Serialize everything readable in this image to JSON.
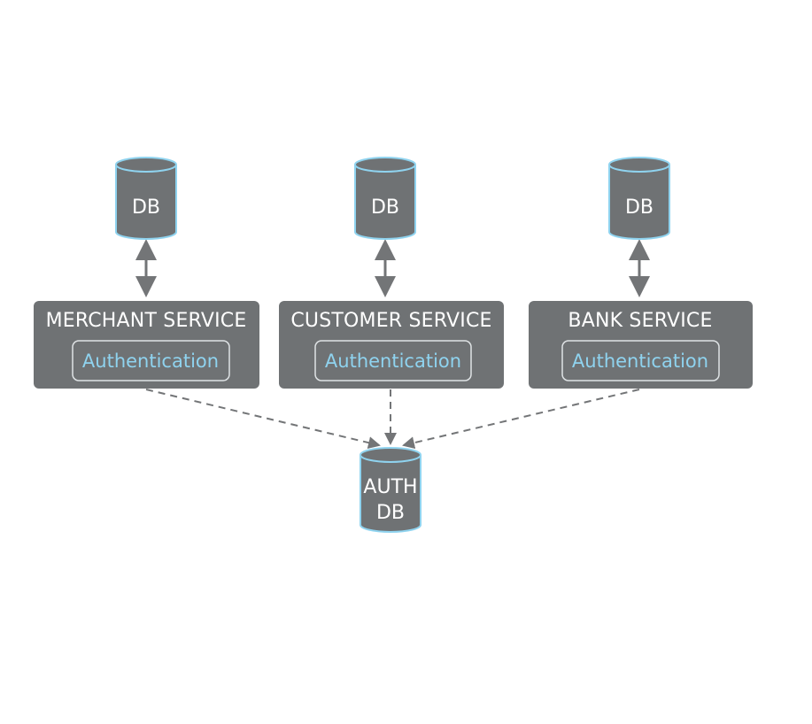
{
  "colors": {
    "node_fill": "#6f7274",
    "db_outline": "#8fd3ef",
    "auth_text": "#8fd3ef",
    "label_text": "#ffffff",
    "arrow": "#737577",
    "background": "#ffffff"
  },
  "services": [
    {
      "title": "MERCHANT SERVICE",
      "component": "Authentication",
      "database": "DB"
    },
    {
      "title": "CUSTOMER SERVICE",
      "component": "Authentication",
      "database": "DB"
    },
    {
      "title": "BANK SERVICE",
      "component": "Authentication",
      "database": "DB"
    }
  ],
  "auth_db": {
    "line1": "AUTH",
    "line2": "DB"
  },
  "edges": [
    {
      "from": "merchant-service",
      "to": "merchant-db",
      "style": "solid",
      "direction": "both"
    },
    {
      "from": "customer-service",
      "to": "customer-db",
      "style": "solid",
      "direction": "both"
    },
    {
      "from": "bank-service",
      "to": "bank-db",
      "style": "solid",
      "direction": "both"
    },
    {
      "from": "merchant-service",
      "to": "auth-db",
      "style": "dashed",
      "direction": "forward"
    },
    {
      "from": "customer-service",
      "to": "auth-db",
      "style": "dashed",
      "direction": "forward"
    },
    {
      "from": "bank-service",
      "to": "auth-db",
      "style": "dashed",
      "direction": "forward"
    }
  ]
}
